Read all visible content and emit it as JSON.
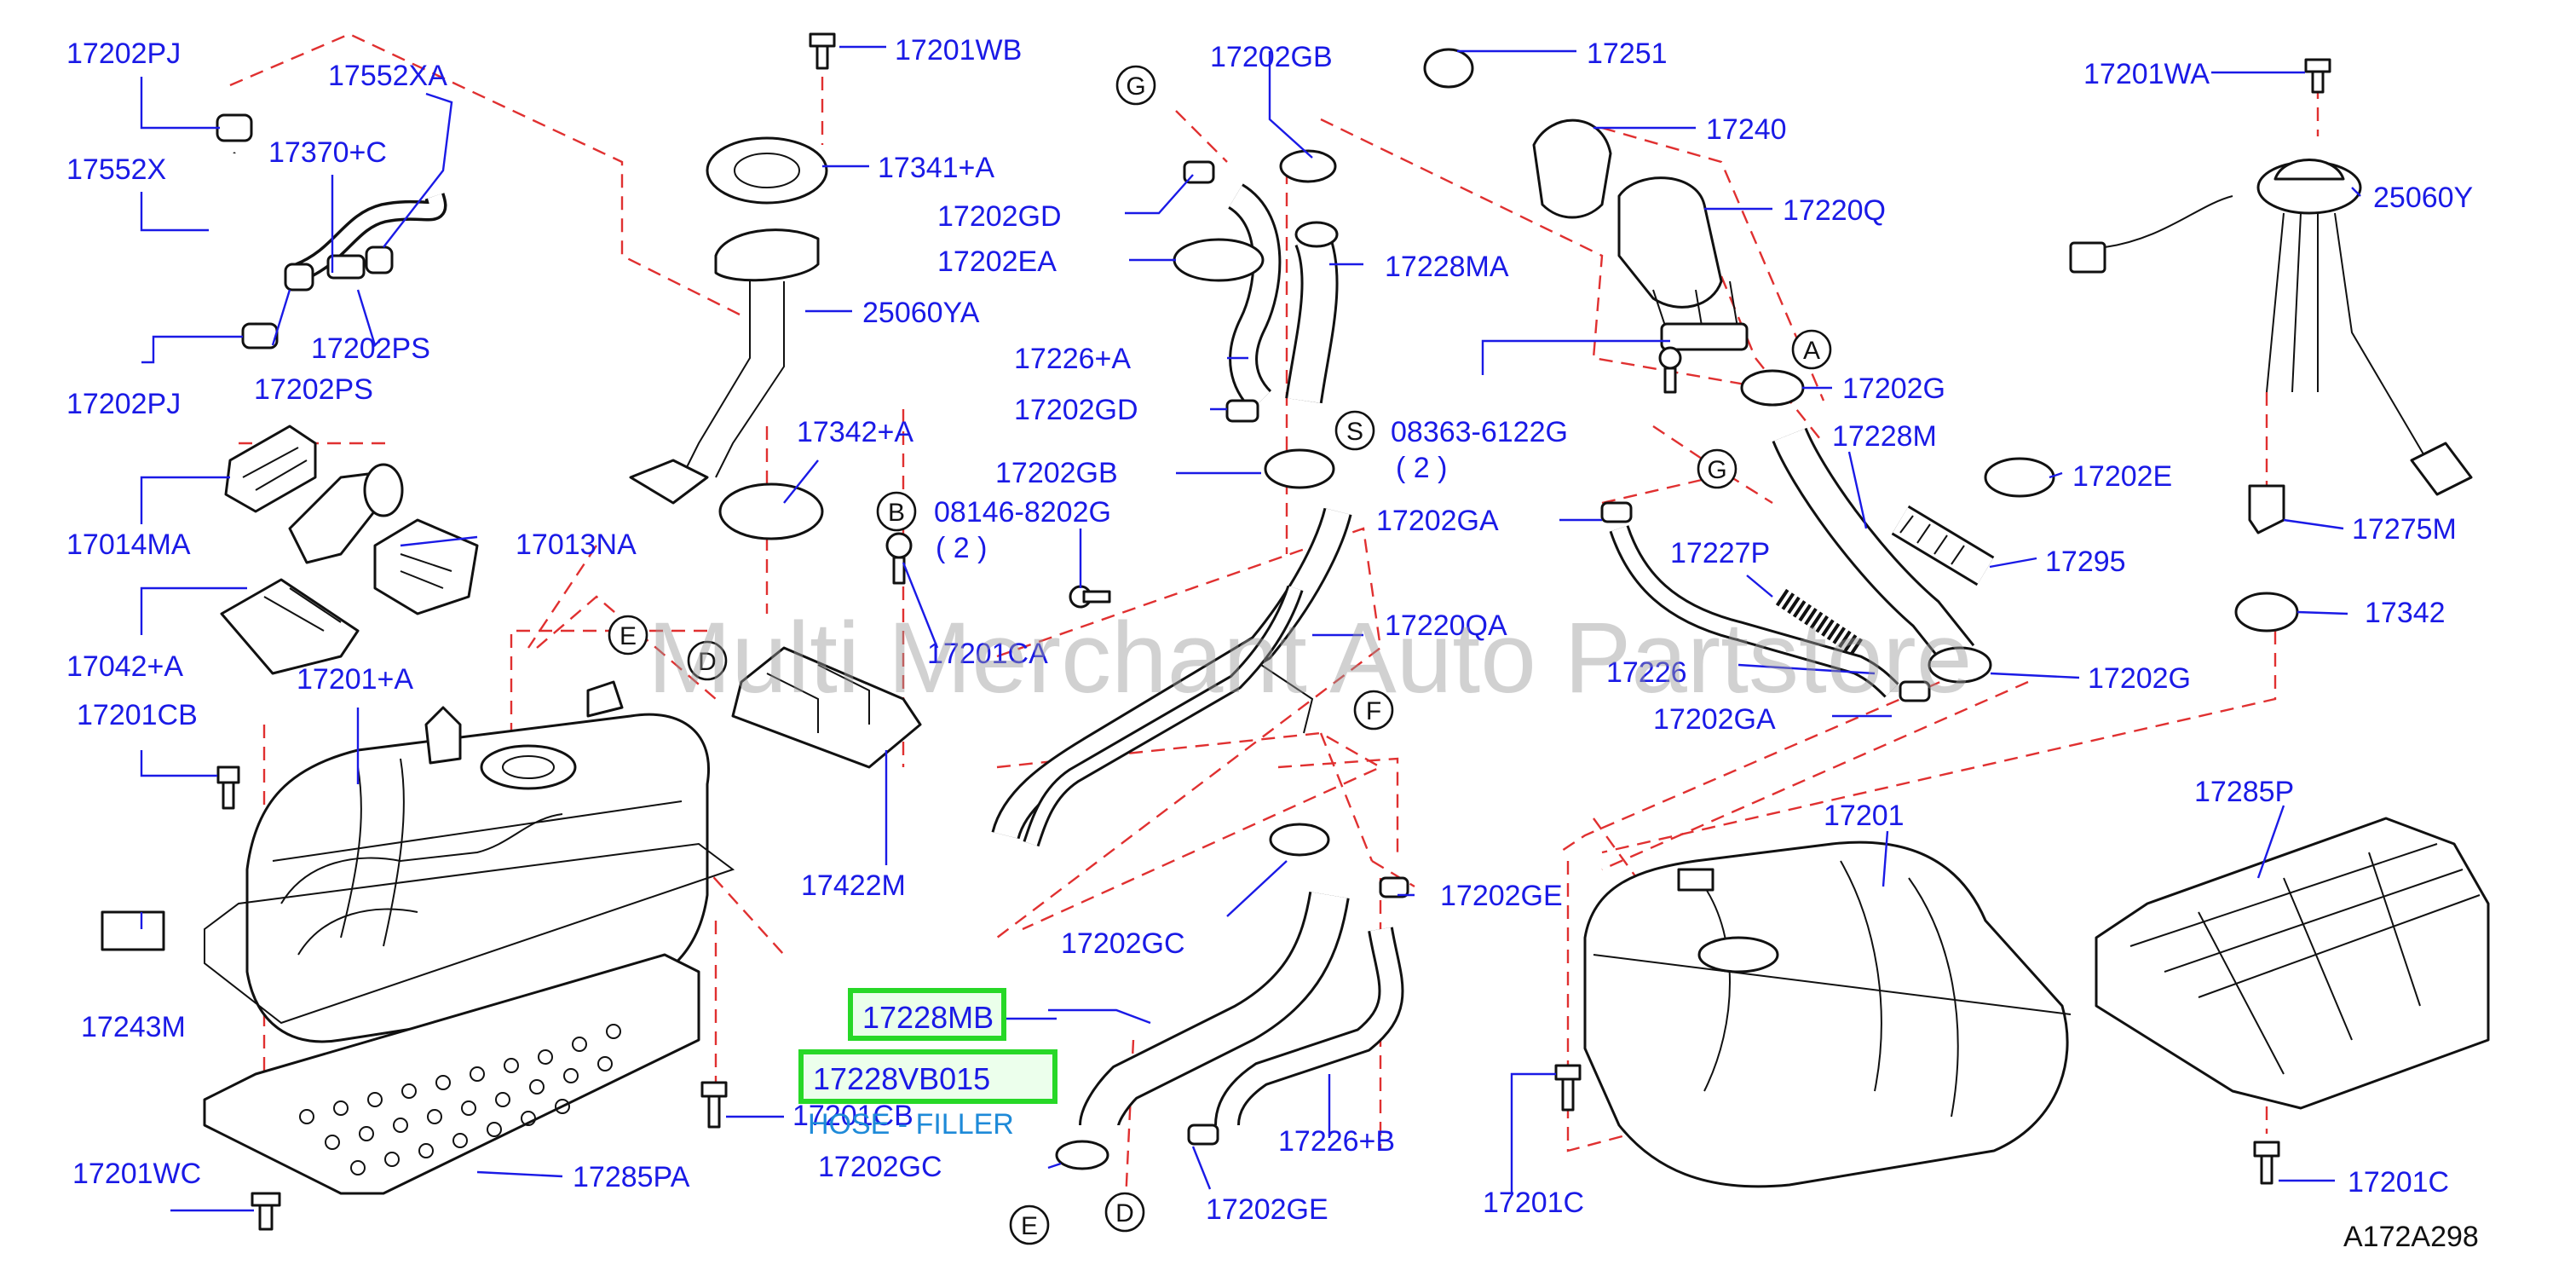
{
  "diagram": {
    "watermark": "Multi Merchant Auto Partstore",
    "reference": "A172A298",
    "highlight": {
      "top_label": "17228MB",
      "bottom_label": "17228VB015",
      "description": "HOSE - FILLER"
    },
    "labels": {
      "p17202PJ_top": "17202PJ",
      "p17552XA": "17552XA",
      "p17552X": "17552X",
      "p17370C": "17370+C",
      "p17202PS_a": "17202PS",
      "p17202PJ_bottom": "17202PJ",
      "p17202PS_b": "17202PS",
      "p17014MA": "17014MA",
      "p17013NA": "17013NA",
      "p17042A": "17042+A",
      "p17201A": "17201+A",
      "p17201CB_top": "17201CB",
      "p17243M": "17243M",
      "p17201WC": "17201WC",
      "p17285PA": "17285PA",
      "p17201CB_bottom": "17201CB",
      "p17201WB": "17201WB",
      "p17341A": "17341+A",
      "p25060YA": "25060YA",
      "p17342A": "17342+A",
      "p08146": "08146-8202G",
      "p08146_qty": "( 2 )",
      "p17201CA": "17201CA",
      "p17422M": "17422M",
      "p17202GB_top": "17202GB",
      "p17202GD_a": "17202GD",
      "p17202EA": "17202EA",
      "p17228MA": "17228MA",
      "p17226A": "17226+A",
      "p17202GD_b": "17202GD",
      "p17202GB_b": "17202GB",
      "p17220QA": "17220QA",
      "p17202GC_a": "17202GC",
      "p17202GE_a": "17202GE",
      "p17226B": "17226+B",
      "p17202GC_b": "17202GC",
      "p17202GE_b": "17202GE",
      "p17251": "17251",
      "p17240": "17240",
      "p17220Q": "17220Q",
      "p08363": "08363-6122G",
      "p08363_qty": "( 2 )",
      "p17202G_a": "17202G",
      "p17228M": "17228M",
      "p17202E": "17202E",
      "p17202GA_a": "17202GA",
      "p17227P": "17227P",
      "p17295": "17295",
      "p17226": "17226",
      "p17202G_b": "17202G",
      "p17202GA_b": "17202GA",
      "p17201": "17201",
      "p17201C_a": "17201C",
      "p17201WA": "17201WA",
      "p25060Y": "25060Y",
      "p17275M": "17275M",
      "p17342": "17342",
      "p17285P": "17285P",
      "p17201C_b": "17201C"
    },
    "markers": {
      "G_top": "G",
      "G_mid": "G",
      "A": "A",
      "S": "S",
      "B": "B",
      "E_top": "E",
      "D_top": "D",
      "F": "F",
      "E_bottom": "E",
      "D_bottom": "D"
    }
  }
}
